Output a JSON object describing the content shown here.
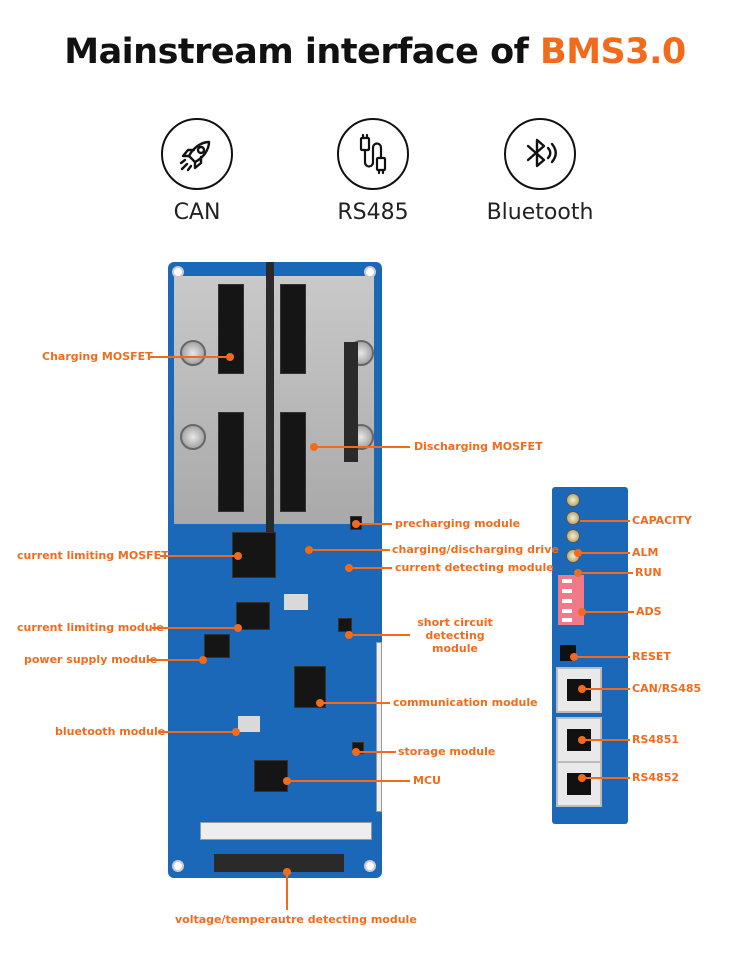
{
  "header": {
    "title_main": "Mainstream interface of ",
    "title_accent": "BMS3.0"
  },
  "interfaces": [
    {
      "label": "CAN",
      "icon": "rocket-icon"
    },
    {
      "label": "RS485",
      "icon": "usb-cable-icon"
    },
    {
      "label": "Bluetooth",
      "icon": "bluetooth-icon"
    }
  ],
  "main_board_labels": {
    "charging_mosfet": "Charging MOSFET",
    "discharging_mosfet": "Discharging MOSFET",
    "precharging_module": "precharging module",
    "current_limiting_mosfet": "current limiting MOSFET",
    "charging_discharging_drive": "charging/discharging drive",
    "current_detecting_module": "current detecting module",
    "current_limiting_module": "current limiting module",
    "short_circuit_detecting_module": "short circuit detecting module",
    "power_supply_module": "power supply module",
    "communication_module": "communication module",
    "bluetooth_module": "bluetooth module",
    "storage_module": "storage module",
    "mcu": "MCU",
    "voltage_temperature_detecting_module": "voltage/temperautre detecting module"
  },
  "side_board_labels": {
    "capacity": "CAPACITY",
    "alm": "ALM",
    "run": "RUN",
    "ads": "ADS",
    "reset": "RESET",
    "can_rs485": "CAN/RS485",
    "rs4851": "RS4851",
    "rs4852": "RS4852"
  },
  "colors": {
    "accent": "#f26b1d",
    "board_blue": "#1b67b8",
    "text_dark": "#111111"
  }
}
